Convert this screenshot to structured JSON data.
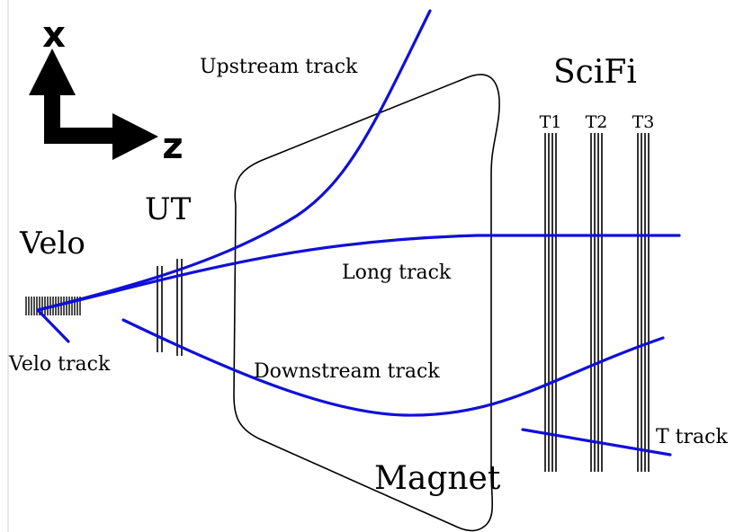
{
  "axes": {
    "x_label": "x",
    "z_label": "z"
  },
  "detectors": {
    "velo": "Velo",
    "ut": "UT",
    "scifi": "SciFi",
    "magnet": "Magnet",
    "stations": [
      "T1",
      "T2",
      "T3"
    ]
  },
  "tracks": {
    "upstream": "Upstream track",
    "long": "Long track",
    "downstream": "Downstream track",
    "velo": "Velo track",
    "t": "T track"
  },
  "colors": {
    "track": "#1010d8",
    "detector": "#000000",
    "background": "#ffffff"
  }
}
